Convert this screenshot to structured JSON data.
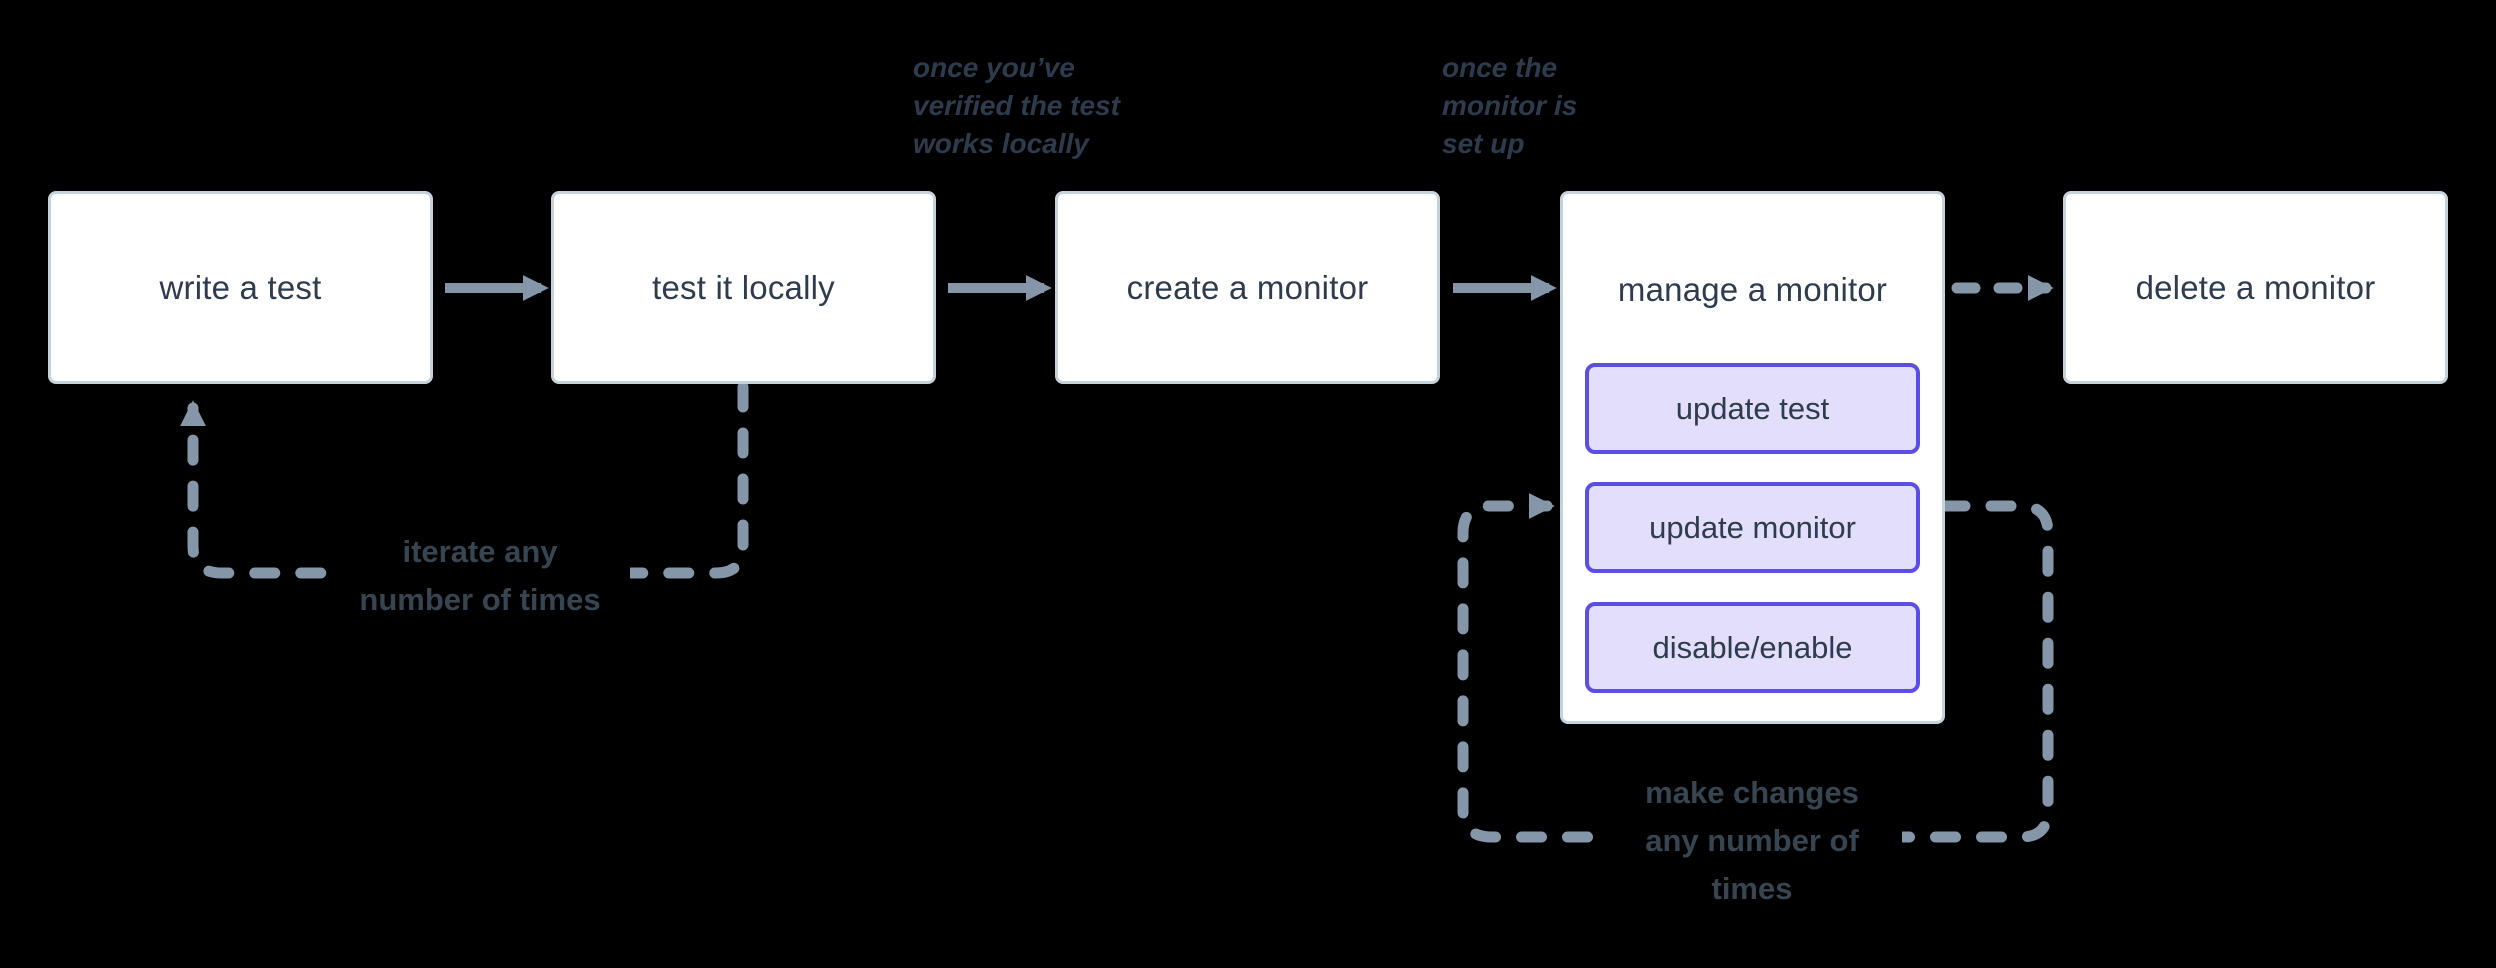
{
  "flow": {
    "steps": [
      {
        "label": "write a test"
      },
      {
        "label": "test it locally"
      },
      {
        "label": "create a monitor"
      },
      {
        "label": "manage a monitor",
        "substeps": [
          {
            "label": "update test"
          },
          {
            "label": "update monitor"
          },
          {
            "label": "disable/enable"
          }
        ]
      },
      {
        "label": "delete a monitor"
      }
    ],
    "edges": [
      {
        "from": "write a test",
        "to": "test it locally",
        "style": "solid"
      },
      {
        "from": "test it locally",
        "to": "create a monitor",
        "style": "solid"
      },
      {
        "from": "create a monitor",
        "to": "manage a monitor",
        "style": "solid"
      },
      {
        "from": "manage a monitor",
        "to": "delete a monitor",
        "style": "dashed"
      },
      {
        "from": "test it locally",
        "to": "write a test",
        "style": "dashed-loop"
      },
      {
        "from": "manage a monitor",
        "to": "manage a monitor",
        "style": "dashed-loop"
      }
    ],
    "annotations": {
      "after_test_locally": "once you’ve\nverified the test\nworks locally",
      "after_create_monitor": "once the\nmonitor is\nset up",
      "iterate_loop": "iterate any\nnumber of times",
      "manage_loop": "make changes\nany number of\ntimes"
    },
    "colors": {
      "background": "#000000",
      "box_fill": "#ffffff",
      "box_border": "#c6d2dc",
      "box_text": "#2e3c4e",
      "connector": "#8496a7",
      "substep_fill": "#e2defb",
      "substep_border": "#5d4ee3",
      "annotation_text": "#2d3b4d",
      "loop_text": "#374551"
    }
  }
}
